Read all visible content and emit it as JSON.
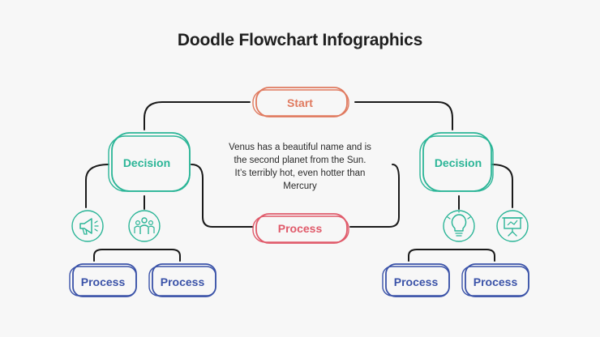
{
  "title": "Doodle Flowchart Infographics",
  "description": "Venus has a beautiful name and is the second planet from the Sun. It’s terribly hot, even hotter than Mercury",
  "nodes": {
    "start": "Start",
    "decision_left": "Decision",
    "decision_right": "Decision",
    "process_center": "Process",
    "process_bottom_1": "Process",
    "process_bottom_2": "Process",
    "process_bottom_3": "Process",
    "process_bottom_4": "Process"
  },
  "icons": {
    "left_1": "megaphone-icon",
    "left_2": "team-icon",
    "right_1": "lightbulb-icon",
    "right_2": "presentation-board-icon"
  },
  "colors": {
    "start": "#e07a5f",
    "decision": "#2bb597",
    "process_center": "#e05a6a",
    "process": "#3a52a8",
    "line": "#1a1a1a"
  }
}
